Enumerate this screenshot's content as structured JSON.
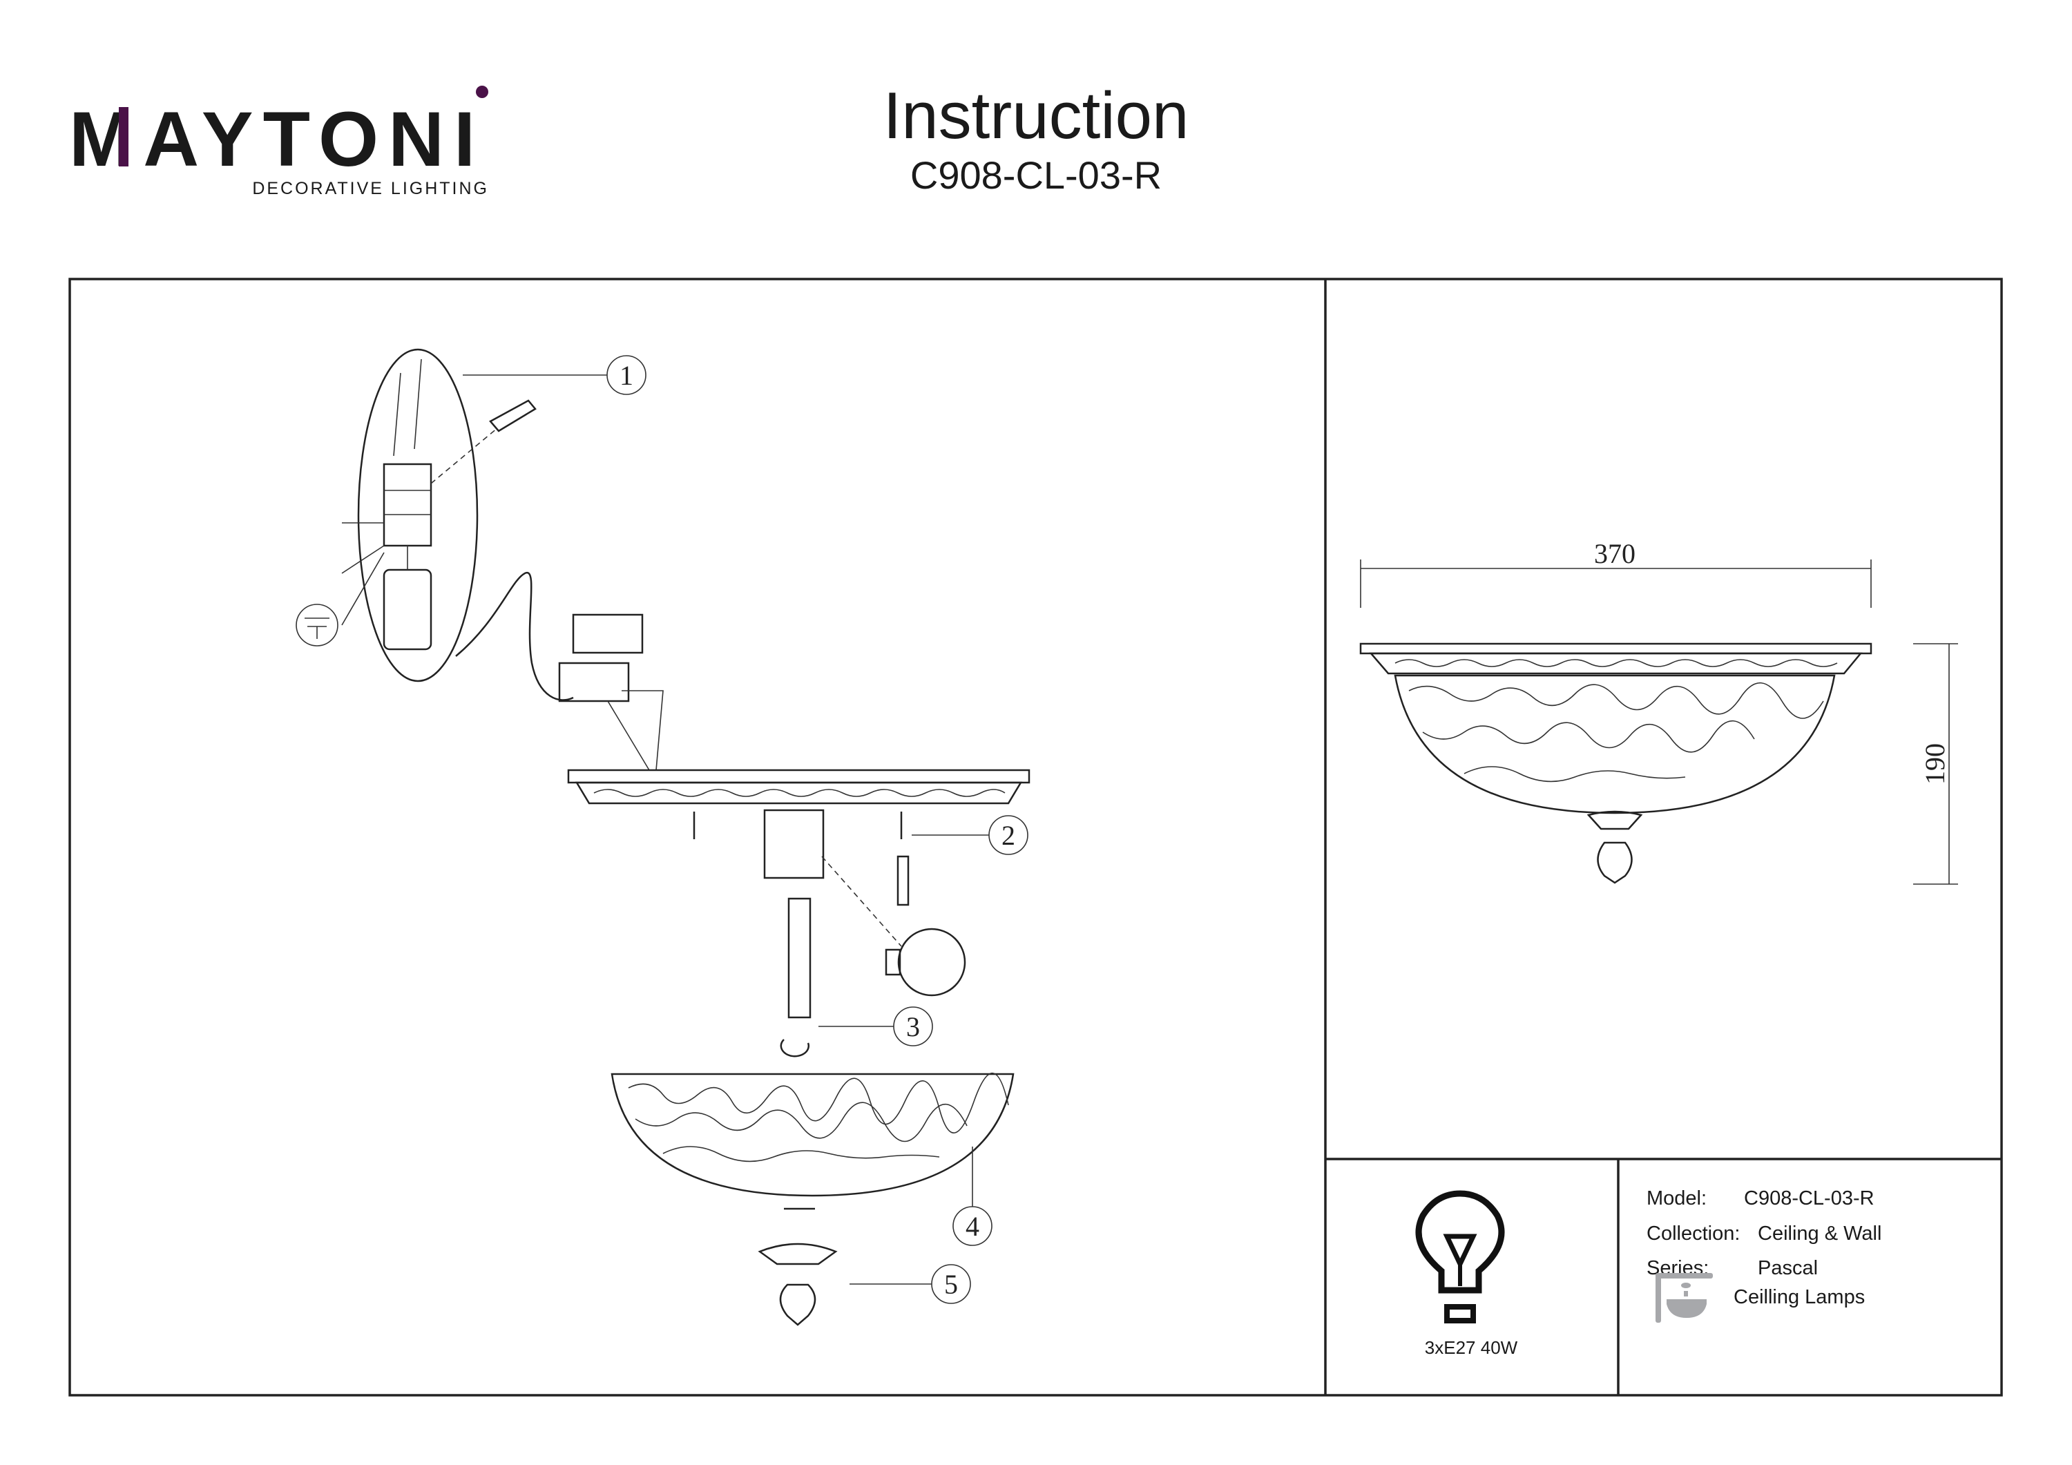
{
  "brand": {
    "logo_text": "MAYTONI",
    "tagline": "DECORATIVE LIGHTING",
    "accent_color": "#4a1248"
  },
  "header": {
    "title": "Instruction",
    "model_code": "C908-CL-03-R"
  },
  "assembly": {
    "callouts": [
      "1",
      "2",
      "3",
      "4",
      "5"
    ]
  },
  "dimensions": {
    "width": "370",
    "height": "190"
  },
  "bulb": {
    "icon": "light-bulb-icon",
    "spec": "3xE27 40W"
  },
  "info": {
    "model_label": "Model:",
    "model_value": "C908-CL-03-R",
    "collection_label": "Collection:",
    "collection_value": "Ceiling & Wall",
    "series_label": "Series:",
    "series_value": "Pascal",
    "type_icon": "ceiling-lamp-icon",
    "type_value": "Ceilling Lamps"
  }
}
